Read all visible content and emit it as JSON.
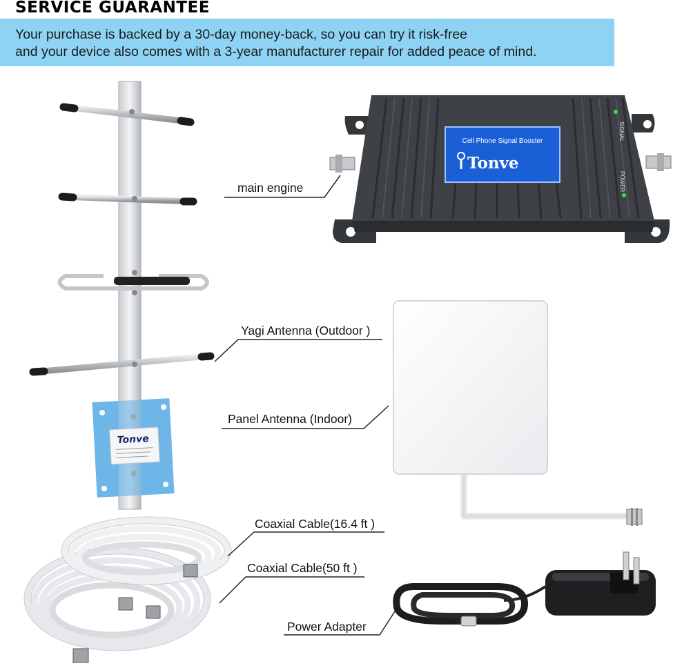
{
  "heading": "SERVICE GUARANTEE",
  "banner": {
    "line1": "Your purchase is backed by a 30-day money-back, so you can try it risk-free",
    "line2": "and your device also comes with a 3-year manufacturer repair for added peace of mind."
  },
  "labels": {
    "main_engine": "main engine",
    "yagi": "Yagi Antenna (Outdoor )",
    "panel": "Panel Antenna (Indoor)",
    "cable16": "Coaxial Cable(16.4 ft )",
    "cable50": "Coaxial Cable(50 ft )",
    "adapter": "Power Adapter"
  },
  "booster": {
    "subtitle": "Cell Phone Signal Booster",
    "brand": "Tonve",
    "led_signal": "SIGNAL",
    "led_power": "POWER"
  },
  "yagi_plate_brand": "Tonve",
  "colors": {
    "banner": "#8fd3f4",
    "booster_body": "#3e4145",
    "brand_blue": "#1b5fd6",
    "plate_blue": "#6fb6e8"
  }
}
